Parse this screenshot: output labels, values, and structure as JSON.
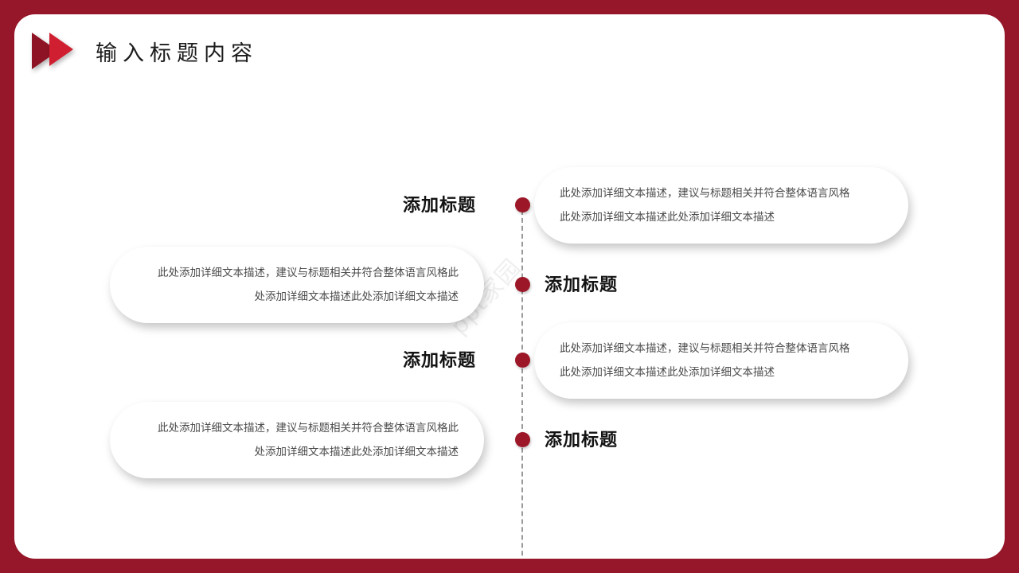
{
  "slide": {
    "background_color": "#951729",
    "card_color": "#ffffff",
    "accent_color": "#9c1828",
    "accent_bright": "#cf1f30",
    "watermark": "ppt家园"
  },
  "header": {
    "title": "输入标题内容",
    "icon": "play-triangles-icon"
  },
  "timeline": {
    "dot_color": "#9c1828",
    "line_style": "dashed",
    "line_color": "#9a9a9a",
    "dot_count": 4
  },
  "rows": [
    {
      "label": "添加标题",
      "label_side": "left",
      "bubble_side": "right",
      "lines": [
        "此处添加详细文本描述，建议与标题相关并符合整体语言风格",
        "此处添加详细文本描述此处添加详细文本描述"
      ]
    },
    {
      "label": "添加标题",
      "label_side": "right",
      "bubble_side": "left",
      "lines": [
        "此处添加详细文本描述，建议与标题相关并符合整体语言风格此",
        "处添加详细文本描述此处添加详细文本描述"
      ]
    },
    {
      "label": "添加标题",
      "label_side": "left",
      "bubble_side": "right",
      "lines": [
        "此处添加详细文本描述，建议与标题相关并符合整体语言风格",
        "此处添加详细文本描述此处添加详细文本描述"
      ]
    },
    {
      "label": "添加标题",
      "label_side": "right",
      "bubble_side": "left",
      "lines": [
        "此处添加详细文本描述，建议与标题相关并符合整体语言风格此",
        "处添加详细文本描述此处添加详细文本描述"
      ]
    }
  ]
}
